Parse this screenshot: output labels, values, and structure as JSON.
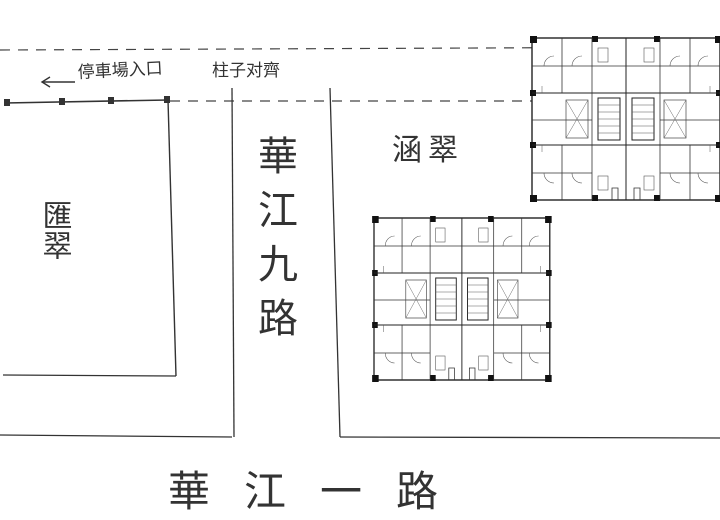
{
  "colors": {
    "ink": "#333333",
    "paper": "#ffffff",
    "wall": "#111111"
  },
  "labels": {
    "parking_entrance": "停車場入口",
    "column_opposite": "柱子对齊",
    "building_left": "匯翠",
    "building_right": "涵翠",
    "road_vertical": "華江九路",
    "road_horizontal": "華江一路"
  },
  "icons": {
    "arrow": "left-arrow-icon"
  }
}
